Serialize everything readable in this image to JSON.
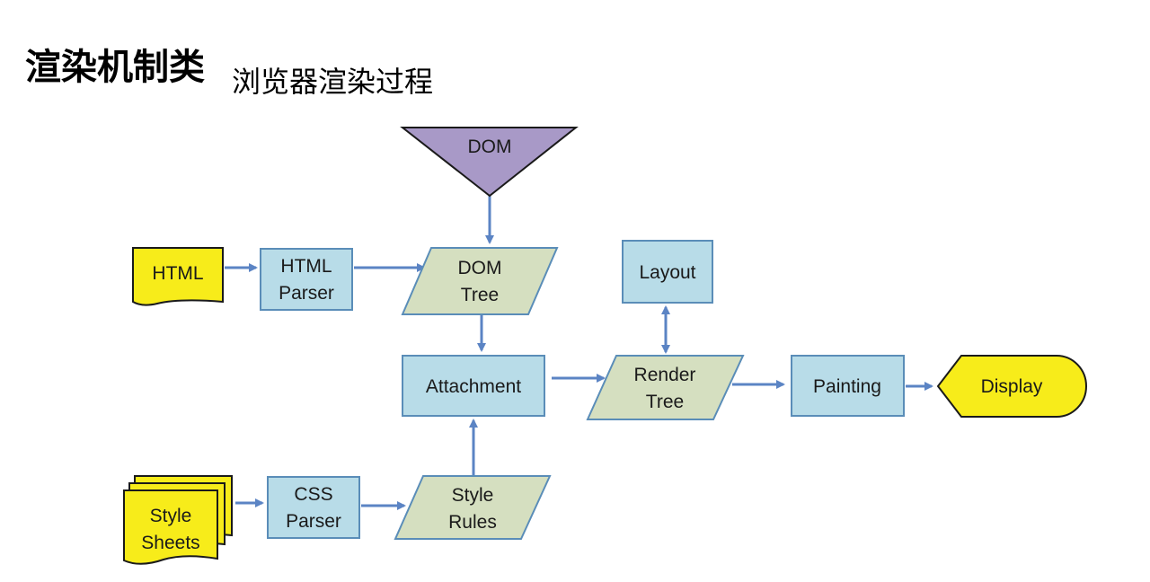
{
  "header": {
    "title": "渲染机制类",
    "subtitle": "浏览器渲染过程"
  },
  "colors": {
    "blue_fill": "#b8dce8",
    "blue_stroke": "#5a8db8",
    "green_fill": "#d5dfc0",
    "yellow_fill": "#f7ec1a",
    "purple_fill": "#a899c7",
    "arrow": "#5b84c4"
  },
  "nodes": {
    "dom": "DOM",
    "html": "HTML",
    "html_parser": [
      "HTML",
      "Parser"
    ],
    "dom_tree": [
      "DOM",
      "Tree"
    ],
    "layout": "Layout",
    "attachment": "Attachment",
    "render_tree": [
      "Render",
      "Tree"
    ],
    "painting": "Painting",
    "display": "Display",
    "style_sheets": [
      "Style",
      "Sheets"
    ],
    "css_parser": [
      "CSS",
      "Parser"
    ],
    "style_rules": [
      "Style",
      "Rules"
    ]
  }
}
